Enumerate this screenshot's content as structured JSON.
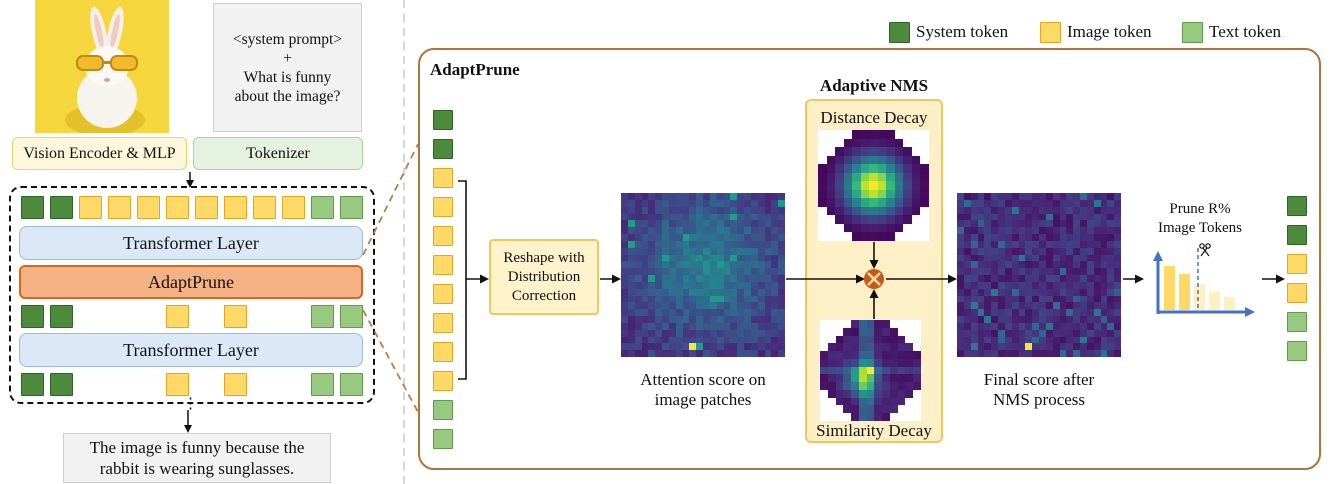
{
  "legend": {
    "system_label": "System token",
    "image_label": "Image token",
    "text_label": "Text token"
  },
  "left": {
    "prompt_text": [
      "<system prompt>",
      "+",
      "What is funny",
      "about the image?"
    ],
    "vision_encoder_label": "Vision Encoder & MLP",
    "tokenizer_label": "Tokenizer",
    "transformer_layer_1_label": "Transformer Layer",
    "adaptprune_label": "AdaptPrune",
    "transformer_layer_2_label": "Transformer Layer",
    "ellipsis": "⋮",
    "output_text": [
      "The image is funny because the",
      "rabbit is wearing sunglasses."
    ],
    "token_rows": [
      [
        "sys",
        "sys",
        "img",
        "img",
        "img",
        "img",
        "img",
        "img",
        "img",
        "img",
        "txt",
        "txt"
      ],
      [
        "sys",
        "sys",
        "img",
        "img",
        "txt",
        "txt"
      ],
      [
        "sys",
        "sys",
        "img",
        "img",
        "txt",
        "txt"
      ]
    ]
  },
  "detail": {
    "title": "AdaptPrune",
    "column_tokens": [
      "sys",
      "sys",
      "img",
      "img",
      "img",
      "img",
      "img",
      "img",
      "img",
      "img",
      "txt",
      "txt"
    ],
    "reshape_label": [
      "Reshape with",
      "Distribution",
      "Correction"
    ],
    "attention_caption": [
      "Attention score on",
      "image patches"
    ],
    "nms_title": "Adaptive NMS",
    "distance_decay_label": "Distance Decay",
    "similarity_decay_label": "Similarity Decay",
    "final_caption": [
      "Final score after",
      "NMS process"
    ],
    "prune_label": [
      "Prune R%",
      "Image Tokens"
    ],
    "output_tokens": [
      "sys",
      "sys",
      "img",
      "img",
      "txt",
      "txt"
    ],
    "prune_bars": [
      1.0,
      0.82,
      0.58,
      0.42,
      0.3
    ]
  },
  "colors": {
    "system_token": "#4c8a3c",
    "image_token": "#ffd966",
    "text_token": "#97c97e",
    "adaptprune": "#f4b183",
    "transformer": "#dae8f7",
    "brown_border": "#b5713a",
    "nms_panel": "#fdf0c6",
    "viridis_dark": "#440154"
  }
}
